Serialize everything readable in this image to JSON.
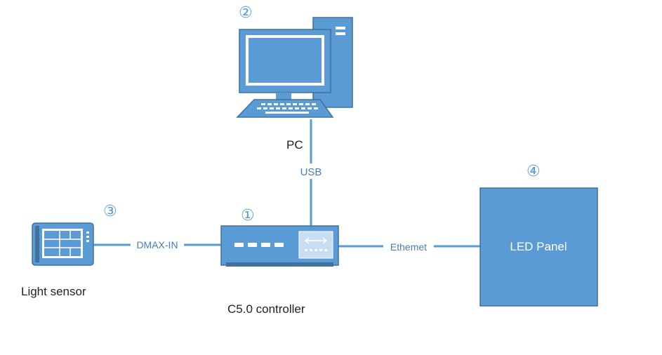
{
  "nodes": {
    "pc": {
      "number": "②",
      "label": "PC"
    },
    "controller": {
      "number": "①",
      "label": "C5.0 controller"
    },
    "light_sensor": {
      "number": "③",
      "label": "Light sensor"
    },
    "led_panel": {
      "number": "④",
      "label": "LED Panel"
    }
  },
  "connections": {
    "usb": "USB",
    "dmax": "DMAX-IN",
    "ethernet": "Ethemet"
  },
  "colors": {
    "primary": "#5b9bd5",
    "dark": "#41719c",
    "light": "#c7ddf2",
    "line": "#5b9bd5"
  }
}
